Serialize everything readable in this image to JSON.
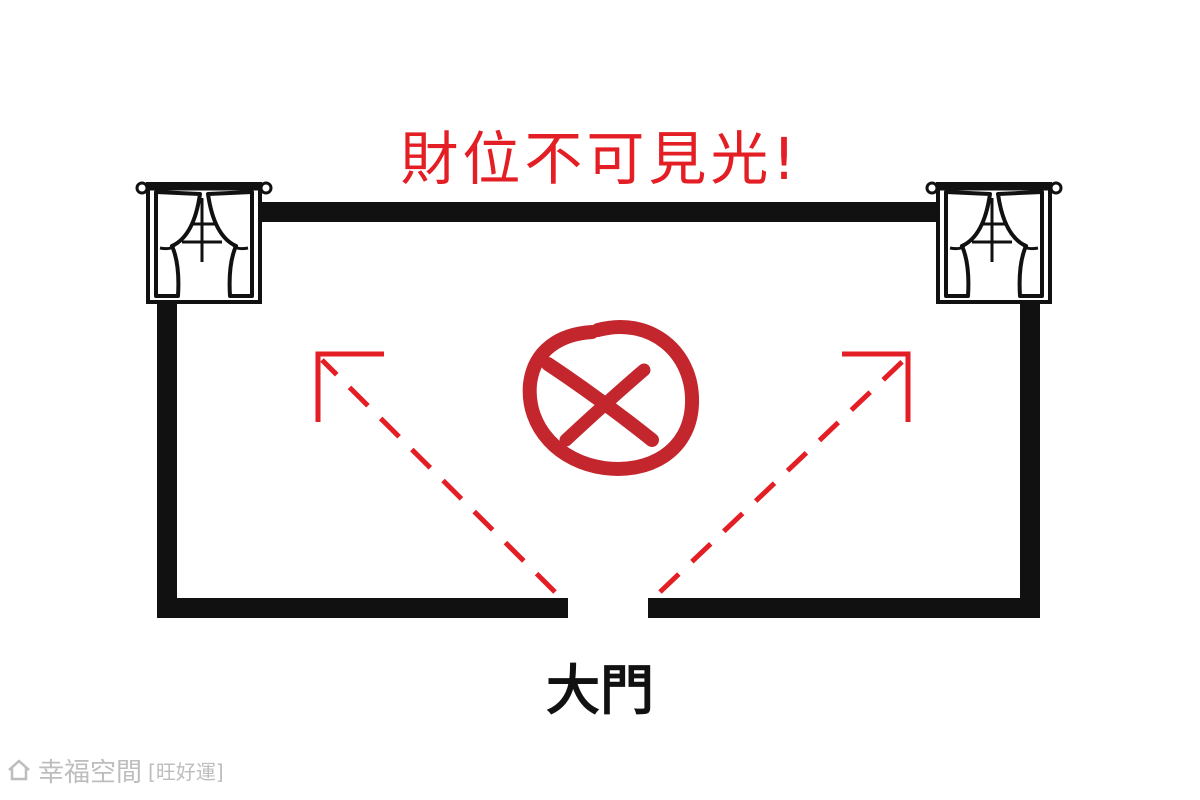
{
  "diagram": {
    "title": "財位不可見光!",
    "door_label": "大門",
    "colors": {
      "accent": "#e31e24",
      "wall": "#111111",
      "stamp": "#c4262e",
      "watermark": "#bdbdbd"
    },
    "icons": {
      "window": "window-curtain-icon",
      "cross": "cross-mark-icon",
      "arrow": "dashed-arrow-icon"
    }
  },
  "watermark": {
    "brand": "幸福空間",
    "tag": "[旺好運]"
  }
}
